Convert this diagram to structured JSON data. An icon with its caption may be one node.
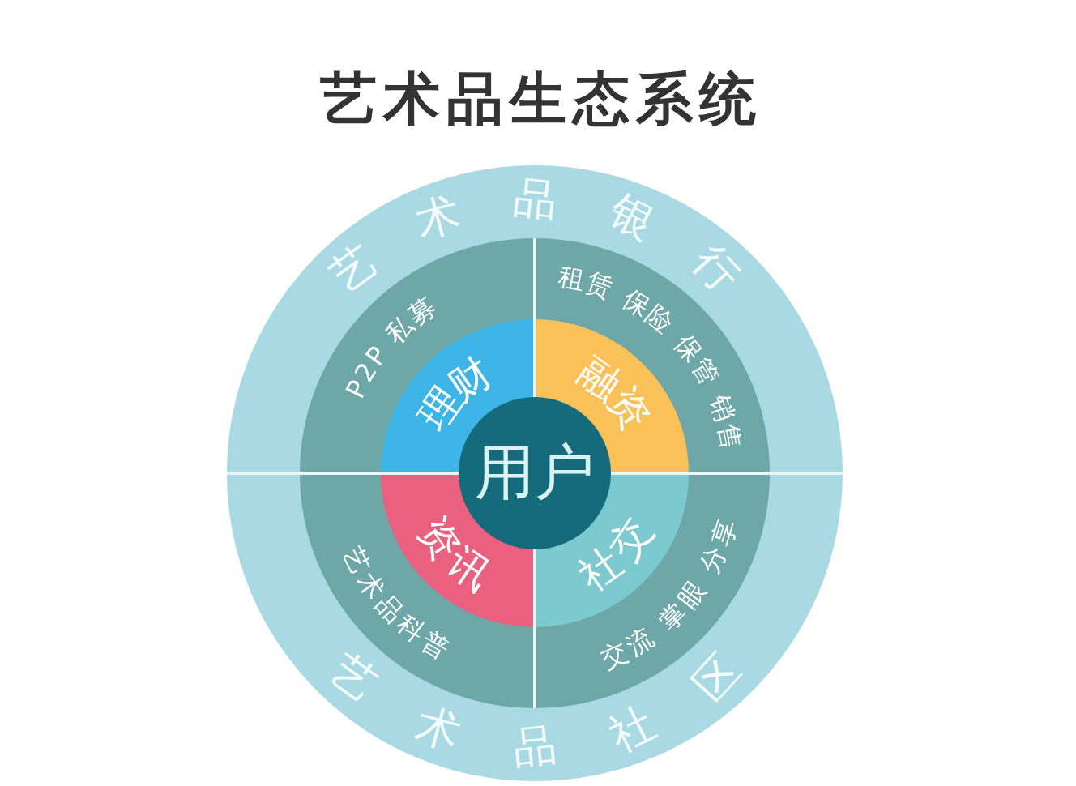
{
  "diagram": {
    "title": "艺术品生态系统",
    "nodes": [
      {
        "text": [
          "艺术品银行"
        ]
      },
      {
        "text": [
          "P2P 私募"
        ],
        "in": 0
      },
      {
        "text": [
          "理财"
        ],
        "in": 1
      },
      {
        "text": [
          "租赁 保险 保管 销售"
        ],
        "in": 0
      },
      {
        "text": [
          "融资"
        ],
        "in": 3
      },
      {
        "text": [
          "艺术品社区"
        ]
      },
      {
        "text": [
          "艺术品科普"
        ],
        "in": 5
      },
      {
        "text": [
          "资讯"
        ],
        "in": 6
      },
      {
        "text": [
          "交流 掌眼 分享"
        ],
        "in": 5
      },
      {
        "text": [
          "社交"
        ],
        "in": 8
      },
      {
        "text": [
          "用户"
        ]
      }
    ]
  }
}
